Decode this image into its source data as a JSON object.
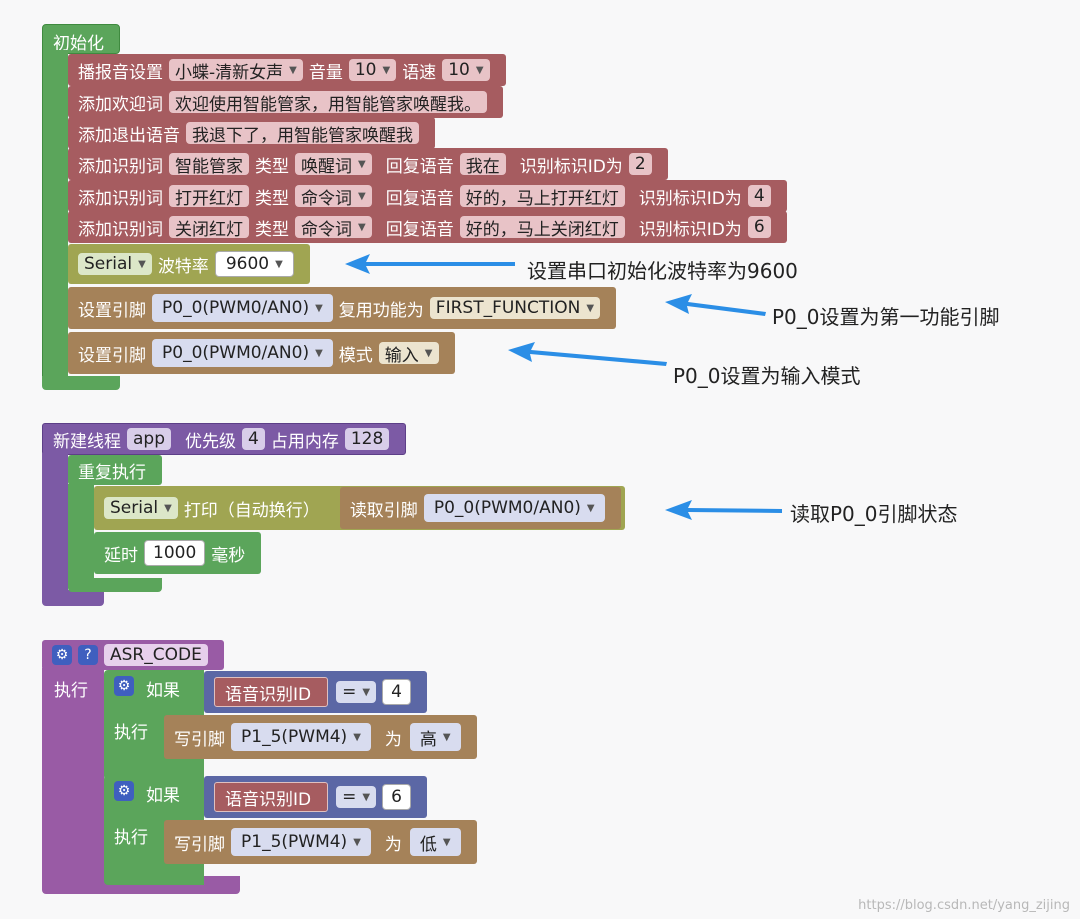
{
  "colors": {
    "green": "#5ba55b",
    "red": "#a65c60",
    "olive": "#a0a552",
    "brown": "#a58259",
    "purple": "#7c5aa5",
    "violet": "#995ba5",
    "blue": "#5b67a5",
    "arrow": "#2b8ee6"
  },
  "init": {
    "title": "初始化",
    "tts": {
      "label": "播报音设置",
      "voice": "小蝶-清新女声",
      "vol_label": "音量",
      "vol": "10",
      "speed_label": "语速",
      "speed": "10"
    },
    "welcome": {
      "label": "添加欢迎词",
      "text": "欢迎使用智能管家，用智能管家唤醒我。"
    },
    "exit": {
      "label": "添加退出语音",
      "text": "我退下了，用智能管家唤醒我"
    },
    "words": [
      {
        "label": "添加识别词",
        "word": "智能管家",
        "type_label": "类型",
        "type": "唤醒词",
        "reply_label": "回复语音",
        "reply": "我在",
        "id_label": "识别标识ID为",
        "id": "2"
      },
      {
        "label": "添加识别词",
        "word": "打开红灯",
        "type_label": "类型",
        "type": "命令词",
        "reply_label": "回复语音",
        "reply": "好的，马上打开红灯",
        "id_label": "识别标识ID为",
        "id": "4"
      },
      {
        "label": "添加识别词",
        "word": "关闭红灯",
        "type_label": "类型",
        "type": "命令词",
        "reply_label": "回复语音",
        "reply": "好的，马上关闭红灯",
        "id_label": "识别标识ID为",
        "id": "6"
      }
    ],
    "serial": {
      "port": "Serial",
      "label": "波特率",
      "baud": "9600"
    },
    "pin_func": {
      "label": "设置引脚",
      "pin": "P0_0(PWM0/AN0)",
      "func_label": "复用功能为",
      "func": "FIRST_FUNCTION"
    },
    "pin_mode": {
      "label": "设置引脚",
      "pin": "P0_0(PWM0/AN0)",
      "mode_label": "模式",
      "mode": "输入"
    }
  },
  "thread": {
    "label": "新建线程",
    "name": "app",
    "prio_label": "优先级",
    "prio": "4",
    "mem_label": "占用内存",
    "mem": "128",
    "repeat": "重复执行",
    "print": {
      "port": "Serial",
      "label": "打印（自动换行）",
      "read_label": "读取引脚",
      "pin": "P0_0(PWM0/AN0)"
    },
    "delay": {
      "label": "延时",
      "value": "1000",
      "unit": "毫秒"
    }
  },
  "asr": {
    "name": "ASR_CODE",
    "exec": "执行",
    "branches": [
      {
        "if": "如果",
        "var": "语音识别ID",
        "op": "=",
        "val": "4",
        "exec": "执行",
        "write": "写引脚",
        "pin": "P1_5(PWM4)",
        "as": "为",
        "level": "高"
      },
      {
        "if": "如果",
        "var": "语音识别ID",
        "op": "=",
        "val": "6",
        "exec": "执行",
        "write": "写引脚",
        "pin": "P1_5(PWM4)",
        "as": "为",
        "level": "低"
      }
    ]
  },
  "notes": {
    "serial": "设置串口初始化波特率为9600",
    "func": "P0_0设置为第一功能引脚",
    "mode": "P0_0设置为输入模式",
    "read": "读取P0_0引脚状态"
  },
  "watermark": "https://blog.csdn.net/yang_zijing"
}
